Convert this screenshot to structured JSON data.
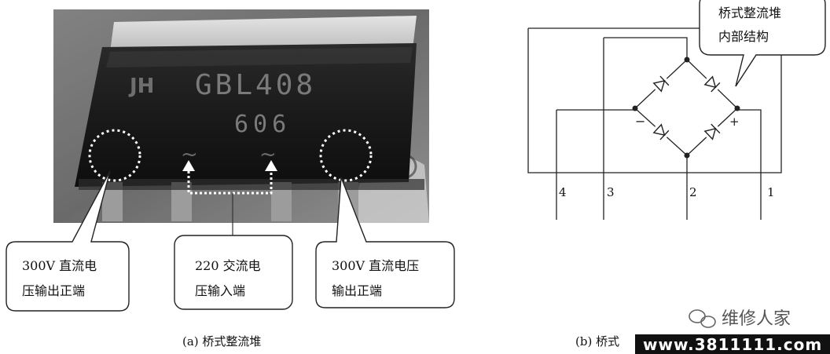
{
  "photo": {
    "chip_text_line1": "GBL408",
    "chip_text_line2": "606",
    "chip_logo": "JH",
    "ac_symbol": "~",
    "callout_left": {
      "line1": "300V 直流电",
      "line2": "压输出正端"
    },
    "callout_middle": {
      "line1": "220 交流电",
      "line2": "压输入端"
    },
    "callout_right": {
      "line1": "300V 直流电压",
      "line2": "输出正端"
    },
    "caption": "(a) 桥式整流堆"
  },
  "schematic": {
    "bubble": {
      "line1": "桥式整流堆",
      "line2": "内部结构"
    },
    "minus_sign": "−",
    "plus_sign": "+",
    "pins": [
      "4",
      "3",
      "2",
      "1"
    ],
    "caption": "(b) 桥式"
  },
  "watermark": {
    "brand": "维修人家",
    "site": "www.3811111.com"
  }
}
